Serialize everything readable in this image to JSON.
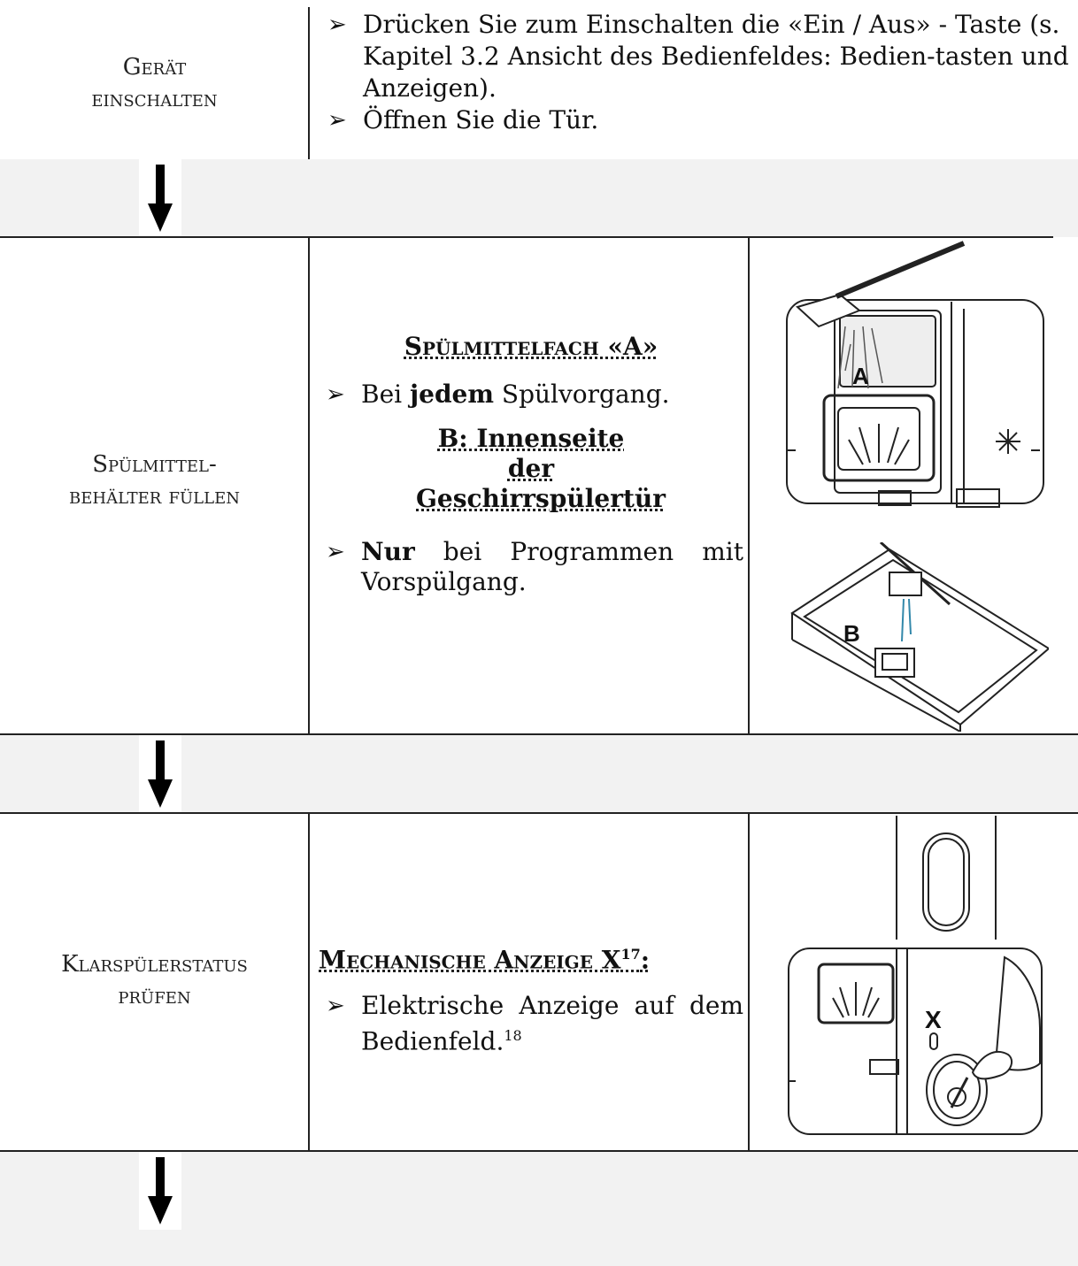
{
  "steps": [
    {
      "label": [
        "Gerät",
        "einschalten"
      ],
      "bullets": [
        "Drücken Sie zum Einschalten die «Ein / Aus» - Taste (s. Kapitel 3.2 Ansicht des Bedienfeldes: Bedien-tasten und Anzeigen).",
        "Öffnen Sie die Tür."
      ]
    },
    {
      "label": [
        "Spülmittel-",
        "behälter füllen"
      ],
      "heading_a": "Spülmittelfach «A»",
      "bullet_a_pre": "Bei ",
      "bullet_a_bold": "jedem",
      "bullet_a_post": " Spülvorgang.",
      "heading_b": "B: Innenseite der Geschirrspülertür",
      "bullet_b_bold": "Nur",
      "bullet_b_post": " bei Programmen mit Vorspülgang.",
      "image_labels": [
        "A",
        "B"
      ]
    },
    {
      "label": [
        "Klarspülerstatus",
        "prüfen"
      ],
      "heading": "Mechanische Anzeige X",
      "heading_sup": "17",
      "heading_colon": ":",
      "bullet": "Elektrische Anzeige auf dem Bedienfeld.",
      "bullet_sup": "18",
      "image_labels": [
        "X"
      ]
    }
  ],
  "icons": {
    "bullet": "arrowhead-bullet-icon",
    "flow": "down-arrow-icon"
  }
}
